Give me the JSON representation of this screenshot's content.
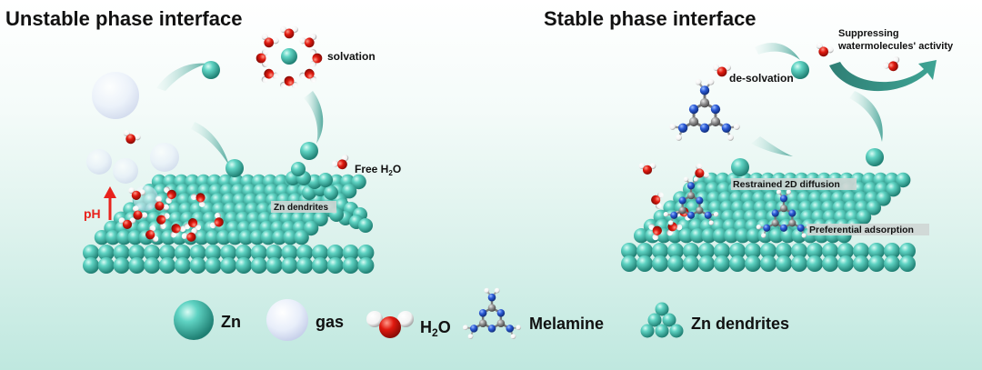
{
  "left_panel": {
    "title": "Unstable phase interface",
    "solvation_label": "solvation",
    "free_h2o_prefix": "Free H",
    "free_h2o_sub": "2",
    "free_h2o_suffix": "O",
    "zn_dendrites_tag": "Zn dendrites",
    "ph_label": "pH"
  },
  "right_panel": {
    "title": "Stable phase interface",
    "desolvation_label": "de-solvation",
    "suppressing_line1": "Suppressing",
    "suppressing_line2": "watermolecules' activity",
    "restrained_tag": "Restrained 2D diffusion",
    "preferential_tag": "Preferential adsorption"
  },
  "legend": {
    "zn": "Zn",
    "gas": "gas",
    "h2o_prefix": "H",
    "h2o_sub": "2",
    "h2o_suffix": "O",
    "melamine": "Melamine",
    "zn_dendrites": "Zn dendrites"
  },
  "colors": {
    "zinc": "#4fc1b3",
    "oxygen": "#e0190f",
    "hydrogen": "#ffffff",
    "nitrogen": "#2b5ad6",
    "carbon": "#8f8f8f",
    "ph_arrow": "#e8221c",
    "tag_bg": "#cfd6d4"
  }
}
